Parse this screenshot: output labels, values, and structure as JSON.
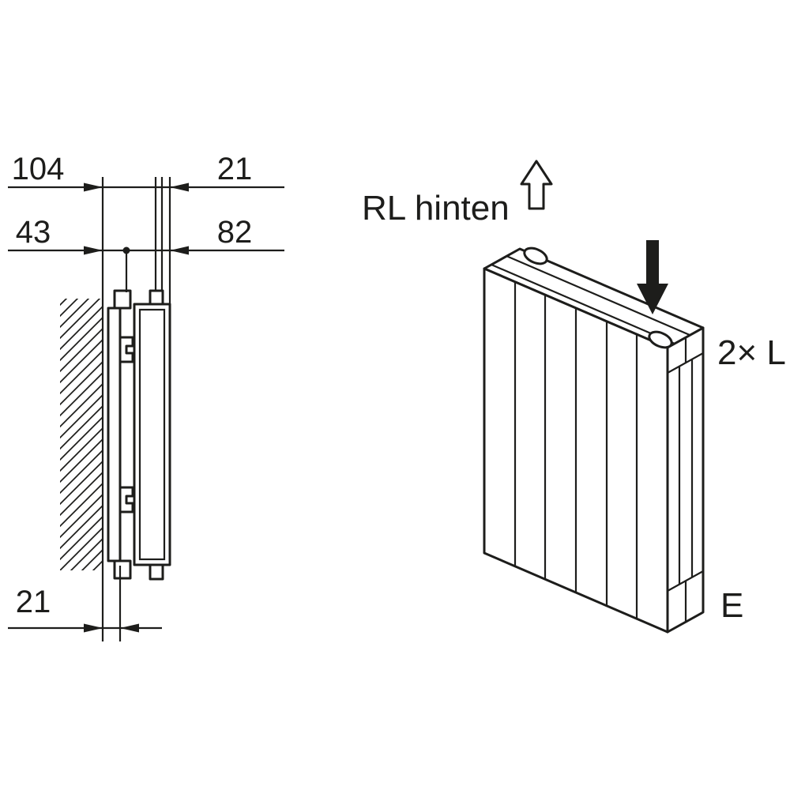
{
  "drawing": {
    "side_view": {
      "dim_total_depth": "104",
      "dim_gap_top": "21",
      "dim_bracket_offset": "43",
      "dim_front_offset": "82",
      "dim_bottom_gap": "21"
    },
    "iso_view": {
      "connection_label": "RL hinten",
      "bracket_count_label": "2× L",
      "end_label": "E"
    },
    "colors": {
      "line": "#1d1d1b",
      "background": "#ffffff"
    }
  }
}
